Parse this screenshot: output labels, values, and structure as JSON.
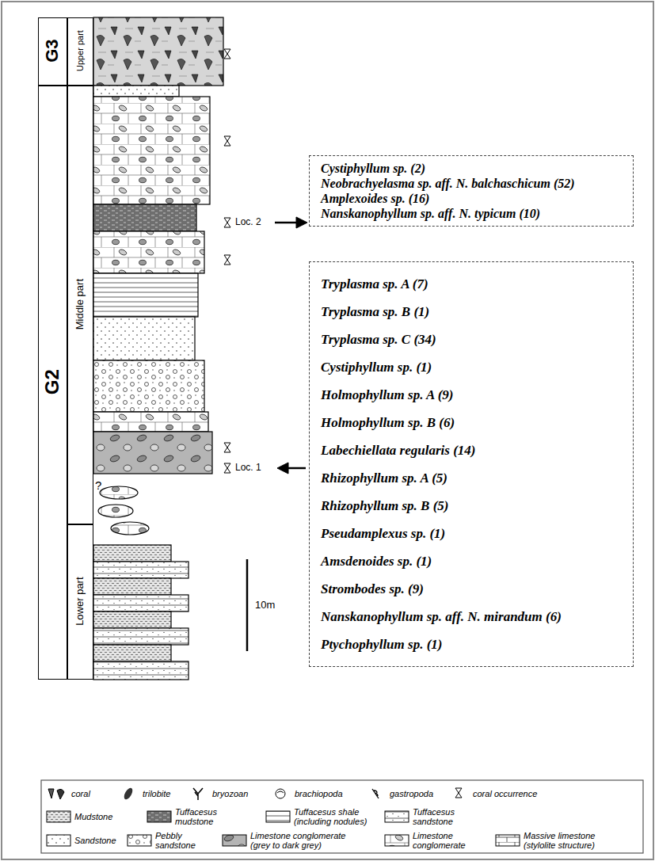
{
  "diagram": {
    "nodes": [
      {
        "text": [
          "G3"
        ]
      },
      {
        "text": [
          "Upper part"
        ]
      },
      {
        "text": [
          "G2"
        ]
      },
      {
        "text": [
          "Middle part"
        ]
      },
      {
        "text": [
          "Lower part"
        ]
      },
      {
        "text": [
          "Cystiphyllum sp. (2)",
          "Neobrachyelasma sp. aff. N. balchaschicum (52)",
          "Amplexoides sp. (16)",
          "Nanskanophyllum sp. aff. N. typicum (10)"
        ]
      },
      {
        "text": [
          "Tryplasma sp. A (7)",
          "Tryplasma sp. B (1)",
          "Tryplasma sp. C (34)",
          "Cystiphyllum sp. (1)",
          "Holmophyllum sp. A (9)",
          "Holmophyllum sp. B (6)",
          "Labechiellata regularis (14)",
          "Rhizophyllum sp. A (5)",
          "Rhizophyllum sp. B (5)",
          "Pseudamplexus sp. (1)",
          "Amsdenoides sp. (1)",
          "Strombodes sp. (9)",
          "Nanskanophyllum sp. aff. N. mirandum (6)",
          "Ptychophyllum sp. (1)"
        ]
      }
    ],
    "labels": [
      "Loc. 2",
      "Loc. 1",
      "?",
      "10m"
    ],
    "legend": [
      {
        "text": "coral"
      },
      {
        "text": "trilobite"
      },
      {
        "text": "bryozoan"
      },
      {
        "text": "brachiopoda"
      },
      {
        "text": "gastropoda"
      },
      {
        "text": "coral occurrence"
      },
      {
        "text": "Mudstone"
      },
      {
        "text": "Tuffacesus mudstone"
      },
      {
        "text": "Tuffacesus shale (including nodules)"
      },
      {
        "text": "Tuffacesus sandstone"
      },
      {
        "text": "Sandstone"
      },
      {
        "text": "Pebbly sandstone"
      },
      {
        "text": "Limestone conglomerate (grey to dark grey)"
      },
      {
        "text": "Limestone conglomerate"
      },
      {
        "text": "Massive limestone (stylolite structure)"
      }
    ]
  }
}
